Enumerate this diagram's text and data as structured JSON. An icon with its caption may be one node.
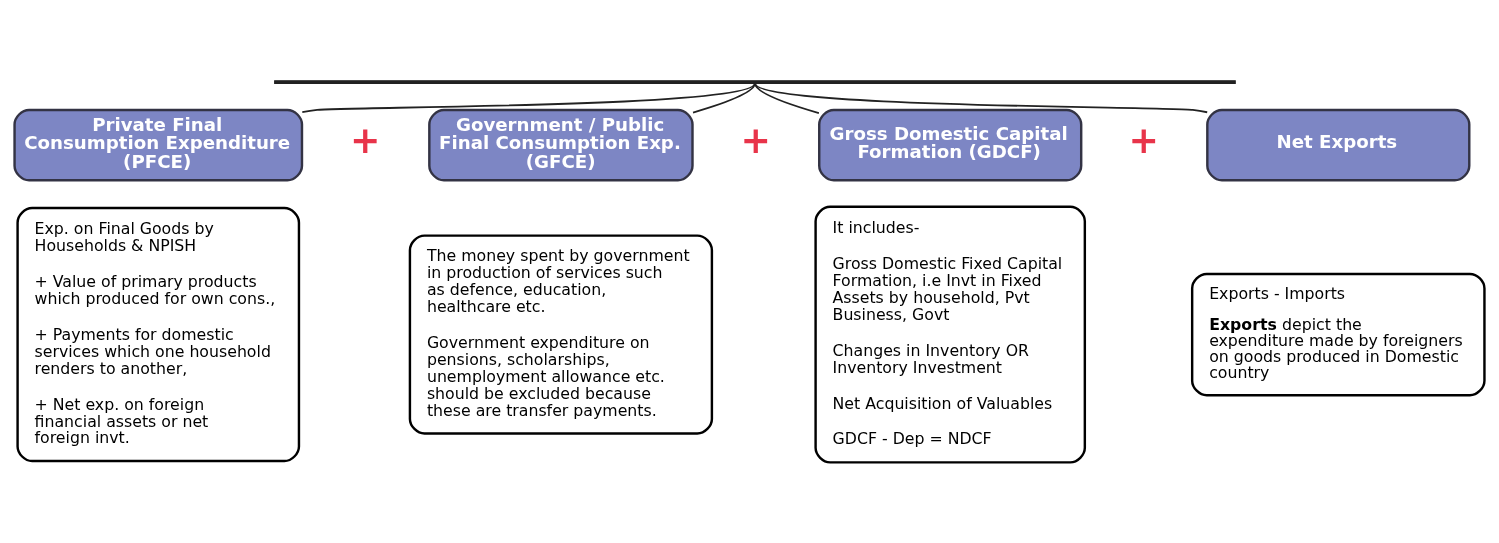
{
  "diagram": {
    "nodes": [
      {
        "text": [],
        "shape": "bar"
      },
      {
        "text": [
          "Private Final Consumption Expenditure (PFCE)"
        ]
      },
      {
        "text": [
          "Exp. on Final Goods by Households & NPISH",
          "+ Value of primary products which produced for own cons.,",
          "+ Payments for domestic services which one household renders to another,",
          "+ Net exp. on foreign financial assets or net foreign invt."
        ]
      },
      {
        "text": [
          "Government / Public Final Consumption Exp. (GFCE)"
        ]
      },
      {
        "text": [
          "The money spent by government in production of services such as defence, education, healthcare etc.",
          "Government expenditure on pensions, scholarships, unemployment allowance etc. should be excluded because these are transfer payments."
        ]
      },
      {
        "text": [
          "Gross Domestic Capital Formation (GDCF)"
        ]
      },
      {
        "text": [
          "It includes-",
          "Gross Domestic Fixed Capital Formation, i.e Invt in Fixed Assets by household, Pvt Business, Govt",
          "Changes in Inventory OR Inventory Investment",
          "Net Acquisition of Valuables",
          "GDCF - Dep = NDCF"
        ]
      },
      {
        "text": [
          "Net Exports"
        ]
      },
      {
        "text": [
          "Exports - Imports",
          "**Exports** depict the expenditure made by foreigners on goods produced in Domestic country"
        ]
      }
    ],
    "edges": [
      {
        "from": 0,
        "to": 1,
        "arrow": "none"
      },
      {
        "from": 0,
        "to": 3,
        "arrow": "none"
      },
      {
        "from": 0,
        "to": 5,
        "arrow": "none"
      },
      {
        "from": 0,
        "to": 7,
        "arrow": "none"
      }
    ],
    "labels": [
      "+",
      "+",
      "+"
    ]
  }
}
